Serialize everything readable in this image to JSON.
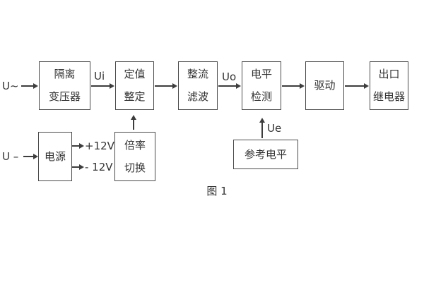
{
  "figure": {
    "caption": "图 1"
  },
  "labels": {
    "ac_input": "U~",
    "dc_input": "U –",
    "ui": "Ui",
    "uo": "Uo",
    "ue": "Ue",
    "plus_rail": "+12V",
    "minus_rail": "- 12V"
  },
  "blocks": {
    "isolation_transformer": [
      "隔离",
      "变压器"
    ],
    "setting_adjust": [
      "定值",
      "整定"
    ],
    "rectifier_filter": [
      "整流",
      "滤波"
    ],
    "level_detect": [
      "电平",
      "检测"
    ],
    "driver": [
      "驱动"
    ],
    "output_relay": [
      "出口",
      "继电器"
    ],
    "power_supply": [
      "电源"
    ],
    "multiplier_switch": [
      "倍率",
      "切换"
    ],
    "reference_level": [
      "参考电平"
    ]
  },
  "colors": {
    "line": "#3d3d3d",
    "text": "#333333",
    "background": "#ffffff"
  }
}
